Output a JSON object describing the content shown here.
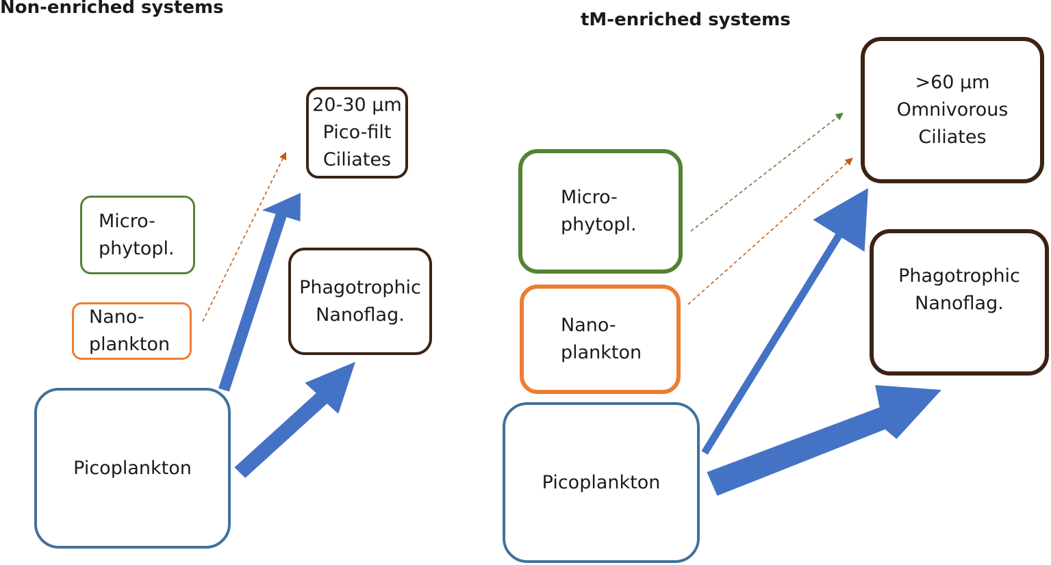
{
  "panels": {
    "left": {
      "title": "Non-enriched systems",
      "micro": [
        "Micro-",
        "phytopl."
      ],
      "nano": [
        "Nano-",
        "plankton"
      ],
      "pico": [
        "Picoplankton"
      ],
      "ciliates": [
        "20-30 µm",
        "Pico-filt",
        "Ciliates"
      ],
      "nanoflag": [
        "Phagotrophic",
        "Nanoflag."
      ]
    },
    "right": {
      "title": "tM-enriched systems",
      "micro": [
        "Micro-",
        "phytopl."
      ],
      "nano": [
        "Nano-",
        "plankton"
      ],
      "pico": [
        "Picoplankton"
      ],
      "ciliates": [
        ">60 µm",
        "Omnivorous",
        "Ciliates"
      ],
      "nanoflag": [
        "Phagotrophic",
        "Nanoflag."
      ]
    }
  },
  "colors": {
    "micro": "#548235",
    "nano": "#ED7D31",
    "pico": "#41719C",
    "consumer": "#3B2314",
    "flow_arrow": "#4472C4",
    "dashed_orange": "#C55A11",
    "dashed_green": "#548235"
  }
}
